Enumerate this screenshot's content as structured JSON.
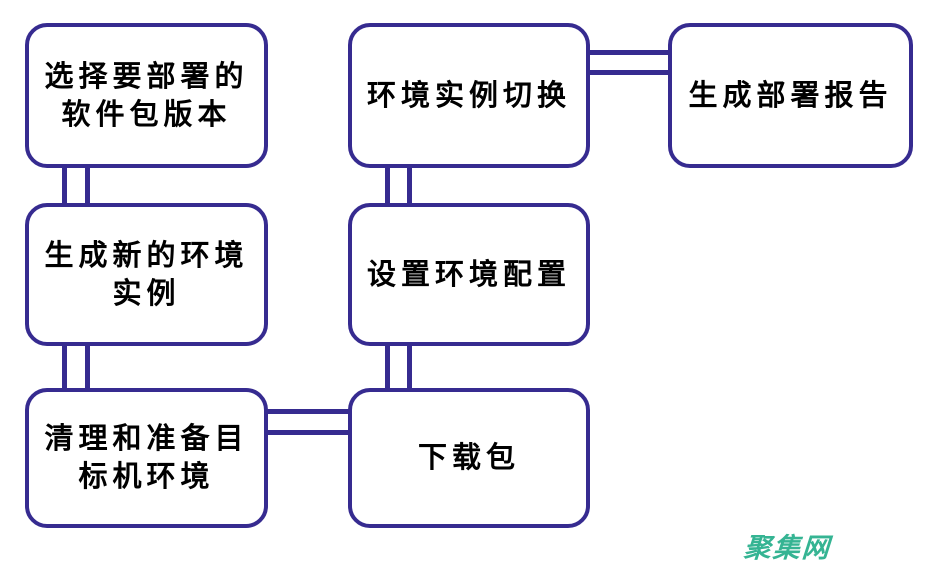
{
  "colors": {
    "line": "#362b90",
    "text": "#000000",
    "background": "#ffffff",
    "watermark": "#35b493"
  },
  "nodes": {
    "select_package_version": {
      "line1": "选择要部署的",
      "line2": "软件包版本"
    },
    "generate_new_env_instance": {
      "line1": "生成新的环境",
      "line2": "实例"
    },
    "clean_prepare_target_env": {
      "line1": "清理和准备目",
      "line2": "标机环境"
    },
    "env_instance_switch": {
      "line1": "环境实例切换"
    },
    "set_env_config": {
      "line1": "设置环境配置"
    },
    "download_package": {
      "line1": "下载包"
    },
    "generate_deploy_report": {
      "line1": "生成部署报告"
    }
  },
  "connections": [
    {
      "from": "select_package_version",
      "to": "generate_new_env_instance",
      "style": "double-line"
    },
    {
      "from": "generate_new_env_instance",
      "to": "clean_prepare_target_env",
      "style": "double-line"
    },
    {
      "from": "clean_prepare_target_env",
      "to": "download_package",
      "style": "double-line"
    },
    {
      "from": "download_package",
      "to": "set_env_config",
      "style": "double-line"
    },
    {
      "from": "set_env_config",
      "to": "env_instance_switch",
      "style": "double-line"
    },
    {
      "from": "env_instance_switch",
      "to": "generate_deploy_report",
      "style": "double-line"
    }
  ],
  "watermark": {
    "text": "聚集网"
  }
}
